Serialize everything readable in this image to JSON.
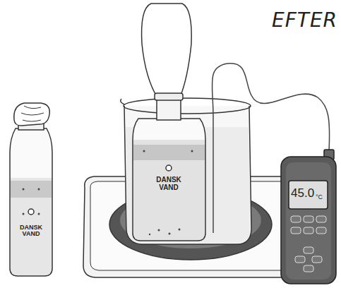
{
  "diagram": {
    "title": "EFTER",
    "labels": [
      "DANSK VAND",
      "DANSK VAND",
      "45.0",
      "°C"
    ]
  }
}
